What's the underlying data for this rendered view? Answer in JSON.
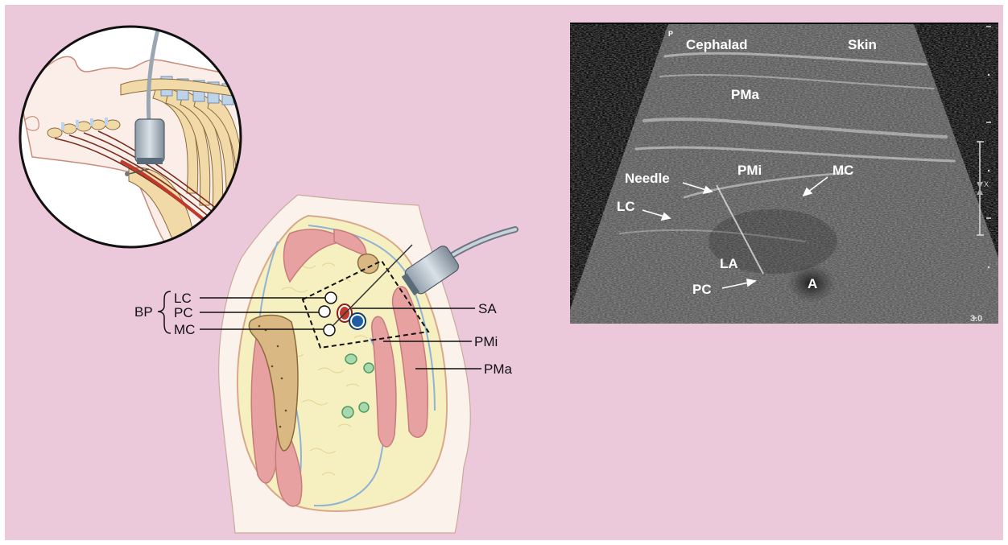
{
  "diagram": {
    "labels": {
      "bp": "BP",
      "lc": "LC",
      "pc": "PC",
      "mc": "MC",
      "sa": "SA",
      "pmi": "PMi",
      "pma": "PMa"
    }
  },
  "ultrasound": {
    "labels": {
      "cephalad": "Cephalad",
      "skin": "Skin",
      "pma": "PMa",
      "needle": "Needle",
      "pmi": "PMi",
      "mc": "MC",
      "lc": "LC",
      "la": "LA",
      "pc": "PC",
      "a": "A",
      "probe_marker": "P",
      "scale_marker": "X",
      "depth": "3.0"
    }
  }
}
